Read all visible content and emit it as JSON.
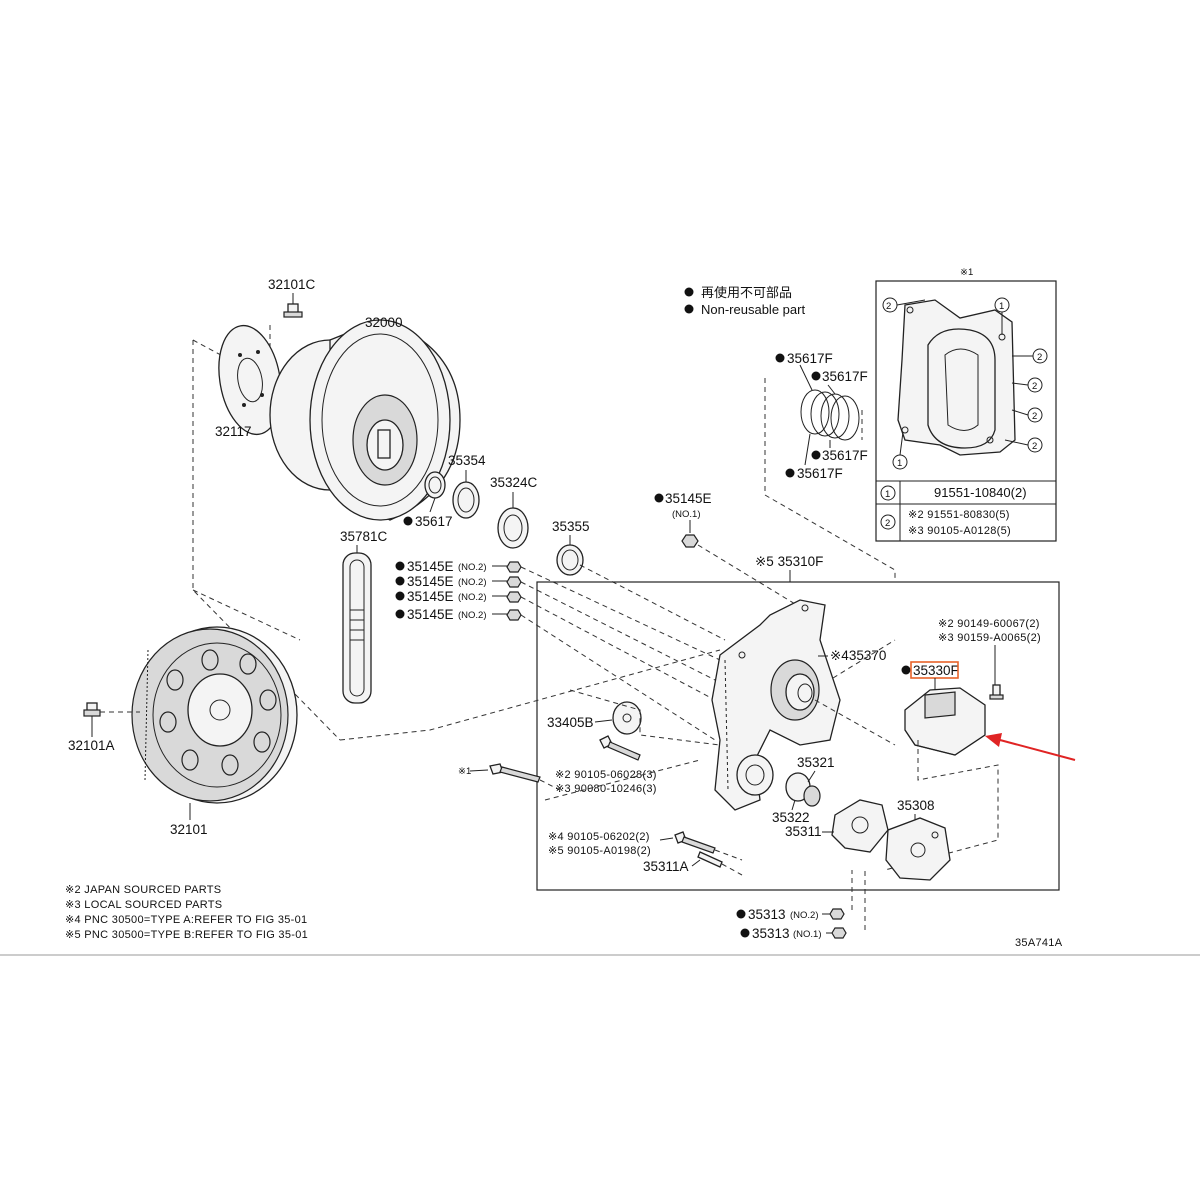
{
  "legend": {
    "line1": "再使用不可部品",
    "line2": "Non-reusable part"
  },
  "inset": {
    "title": "※1",
    "rows": [
      {
        "ref": "1",
        "parts": [
          "91551-10840(2)"
        ]
      },
      {
        "ref": "2",
        "parts": [
          "※2  91551-80830(5)",
          "※3  90105-A0128(5)"
        ]
      }
    ]
  },
  "labels": {
    "p32101C": "32101C",
    "p32000": "32000",
    "p32117": "32117",
    "p35354": "35354",
    "p35617": "35617",
    "p35324C": "35324C",
    "p35781C": "35781C",
    "p35355": "35355",
    "p35145E_no1": "35145E",
    "no1": "(NO.1)",
    "p35145E_a": "35145E",
    "p35145E_b": "35145E",
    "p35145E_c": "35145E",
    "p35145E_d": "35145E",
    "no2": "(NO.2)",
    "p35310F": "※5 35310F",
    "p35370": "※435370",
    "p35617F_1": "35617F",
    "p35617F_2": "35617F",
    "p35617F_3": "35617F",
    "p35617F_4": "35617F",
    "p35330F": "35330F",
    "bolt_a1": "※2  90149-60067(2)",
    "bolt_a2": "※3  90159-A0065(2)",
    "p32101A": "32101A",
    "p32101": "32101",
    "p33405B": "33405B",
    "star1": "※1",
    "bolt_b1": "※2  90105-06028(3)",
    "bolt_b2": "※3  90080-10246(3)",
    "p35321": "35321",
    "p35322": "35322",
    "p35311": "35311",
    "p35308": "35308",
    "bolt_c1": "※4  90105-06202(2)",
    "bolt_c2": "※5  90105-A0198(2)",
    "p35311A": "35311A",
    "p35313_2": "35313",
    "p35313_1": "35313",
    "no2b": "(NO.2)",
    "no1b": "(NO.1)",
    "diagram_id": "35A741A"
  },
  "footnotes": [
    "※2 JAPAN SOURCED PARTS",
    "※3 LOCAL SOURCED PARTS",
    "※4 PNC 30500=TYPE A:REFER TO FIG 35-01",
    "※5 PNC 30500=TYPE B:REFER TO FIG 35-01"
  ],
  "colors": {
    "highlight": "#e8632a",
    "arrow": "#e02424",
    "line": "#222222"
  },
  "highlighted_part": "35330F",
  "icons": {
    "non_reusable_marker": "filled-circle",
    "pointer": "red-arrow"
  }
}
